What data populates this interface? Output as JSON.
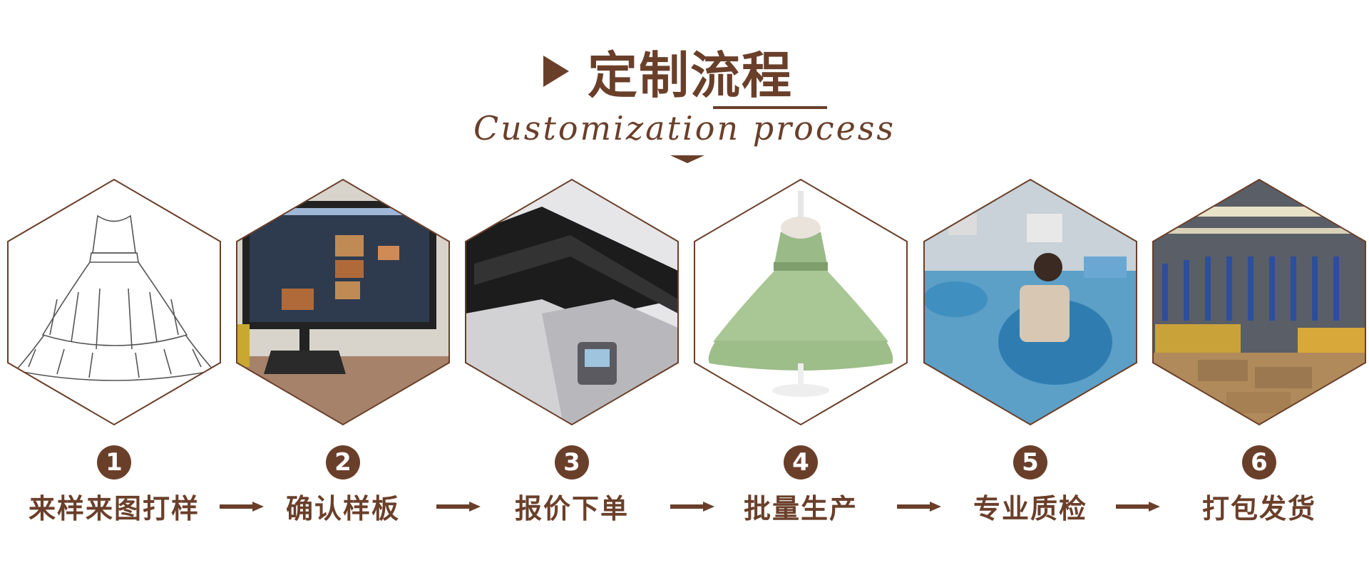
{
  "header": {
    "title": "定制流程",
    "subtitle": "Customization process"
  },
  "colors": {
    "accent": "#6a3f2a",
    "background": "#ffffff"
  },
  "steps": [
    {
      "number": "1",
      "label": "来样来图打样",
      "image": "dress-sketch"
    },
    {
      "number": "2",
      "label": "确认样板",
      "image": "computer-pattern-design"
    },
    {
      "number": "3",
      "label": "报价下单",
      "image": "plotter-machine"
    },
    {
      "number": "4",
      "label": "批量生产",
      "image": "green-tulle-dress"
    },
    {
      "number": "5",
      "label": "专业质检",
      "image": "sewing-workshop"
    },
    {
      "number": "6",
      "label": "打包发货",
      "image": "warehouse-boxes"
    }
  ]
}
